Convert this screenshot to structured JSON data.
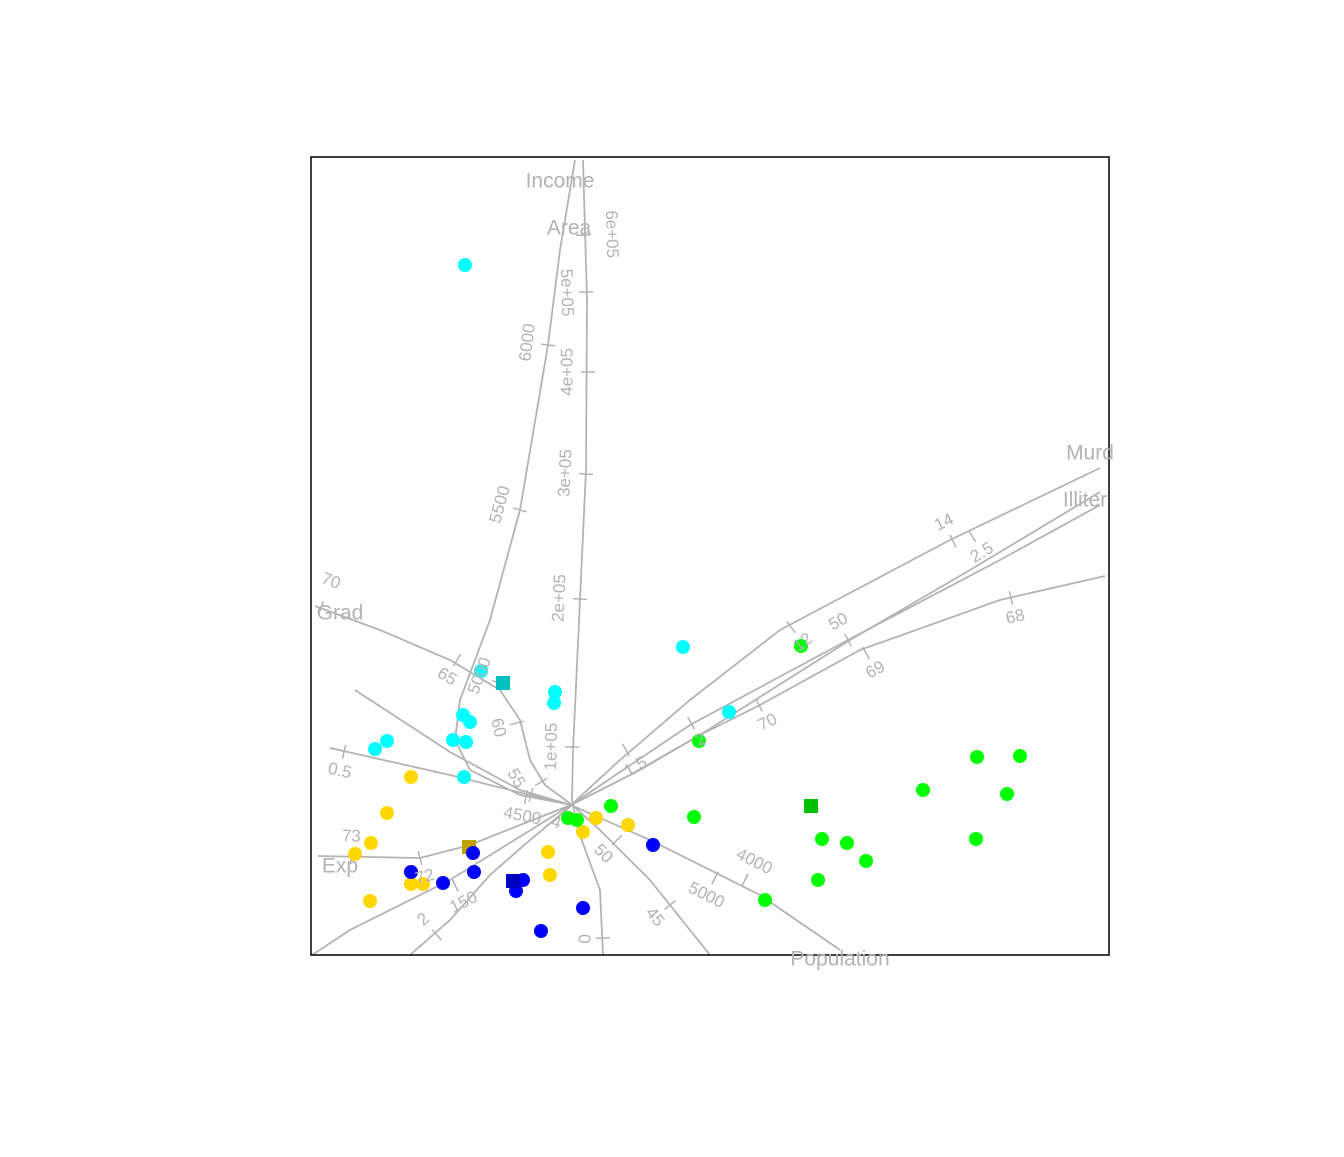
{
  "chart_data": {
    "type": "scatter",
    "title": "",
    "xlabel": "",
    "ylabel": "",
    "xlim": [
      -2.6,
      5.38
    ],
    "ylim": [
      -1.5,
      6.48
    ],
    "grid": false,
    "axis_color": "#b3b3b3",
    "groups": [
      {
        "name": "cyan",
        "color": "#00ffff",
        "centroid_color": "#00bfbf",
        "centroid": [
          -0.68,
          1.22
        ],
        "points": [
          [
            -1.06,
            5.4
          ],
          [
            -0.9,
            1.34
          ],
          [
            -0.16,
            1.13
          ],
          [
            -0.17,
            1.02
          ],
          [
            -1.08,
            0.9
          ],
          [
            -1.01,
            0.83
          ],
          [
            -1.18,
            0.65
          ],
          [
            -1.05,
            0.63
          ],
          [
            -1.84,
            0.64
          ],
          [
            -1.96,
            0.56
          ],
          [
            -1.07,
            0.28
          ],
          [
            1.12,
            1.58
          ],
          [
            1.58,
            0.93
          ]
        ]
      },
      {
        "name": "gold",
        "color": "#ffd700",
        "centroid_color": "#bfa100",
        "centroid": [
          -1.02,
          -0.42
        ],
        "points": [
          [
            -1.6,
            0.28
          ],
          [
            -1.84,
            -0.08
          ],
          [
            -2.0,
            -0.38
          ],
          [
            -2.16,
            -0.49
          ],
          [
            -1.6,
            -0.79
          ],
          [
            -1.48,
            -0.79
          ],
          [
            -2.01,
            -0.96
          ],
          [
            -0.23,
            -0.47
          ],
          [
            -0.21,
            -0.7
          ],
          [
            0.12,
            -0.27
          ],
          [
            0.25,
            -0.13
          ],
          [
            0.57,
            -0.2
          ]
        ]
      },
      {
        "name": "blue",
        "color": "#0000ff",
        "centroid_color": "#0000bf",
        "centroid": [
          -0.58,
          -0.76
        ],
        "points": [
          [
            -0.98,
            -0.48
          ],
          [
            -1.6,
            -0.67
          ],
          [
            -1.28,
            -0.78
          ],
          [
            -0.97,
            -0.67
          ],
          [
            -0.48,
            -0.75
          ],
          [
            -0.55,
            -0.86
          ],
          [
            0.12,
            -1.03
          ],
          [
            -0.3,
            -1.26
          ],
          [
            0.82,
            -0.4
          ]
        ]
      },
      {
        "name": "green",
        "color": "#00ff00",
        "centroid_color": "#00bf00",
        "centroid": [
          2.4,
          -0.01
        ],
        "points": [
          [
            -0.03,
            -0.13
          ],
          [
            0.06,
            -0.15
          ],
          [
            0.4,
            -0.01
          ],
          [
            1.23,
            -0.12
          ],
          [
            1.28,
            0.64
          ],
          [
            2.3,
            1.59
          ],
          [
            1.94,
            -0.95
          ],
          [
            2.51,
            -0.34
          ],
          [
            2.76,
            -0.38
          ],
          [
            2.95,
            -0.56
          ],
          [
            2.47,
            -0.75
          ],
          [
            3.52,
            0.15
          ],
          [
            4.06,
            0.48
          ],
          [
            4.49,
            0.49
          ],
          [
            4.36,
            0.11
          ],
          [
            4.05,
            -0.34
          ]
        ]
      }
    ],
    "axes": [
      {
        "label": "Income",
        "label_at": [
          -0.11,
          6.23
        ],
        "path": [
          [
            0.12,
            6.45
          ],
          [
            0.16,
            5.05
          ],
          [
            0.15,
            3.35
          ],
          [
            0.09,
            2.05
          ],
          [
            0.02,
            0.55
          ],
          [
            0.01,
            0.05
          ],
          [
            0.07,
            -0.25
          ],
          [
            0.29,
            -0.85
          ],
          [
            0.32,
            -1.5
          ]
        ],
        "ticks": [
          {
            "at": [
              0.32,
              -1.33
            ],
            "label": "0"
          },
          {
            "at": [
              0.01,
              0.58
            ],
            "label": "1e+05"
          },
          {
            "at": [
              0.09,
              2.06
            ],
            "label": "2e+05"
          },
          {
            "at": [
              0.15,
              3.31
            ],
            "label": "3e+05"
          },
          {
            "at": [
              0.17,
              4.33
            ],
            "label": "4e+05"
          },
          {
            "at": [
              0.15,
              5.13
            ],
            "label": "5e+05"
          },
          {
            "at": [
              0.12,
              5.7
            ],
            "label": "6e+05"
          }
        ]
      },
      {
        "label": "Area",
        "label_at": [
          -0.02,
          6.0
        ],
        "path": [
          [
            0.04,
            6.45
          ],
          [
            -0.11,
            5.55
          ],
          [
            -0.23,
            4.6
          ],
          [
            -0.51,
            2.95
          ],
          [
            -0.81,
            1.85
          ],
          [
            -1.11,
            1.05
          ],
          [
            -1.16,
            0.65
          ],
          [
            -1.01,
            0.35
          ],
          [
            -0.51,
            0.1
          ],
          [
            0.01,
            0
          ],
          [
            -0.41,
            -0.35
          ],
          [
            -0.81,
            -0.7
          ],
          [
            -1.21,
            -1.15
          ],
          [
            -1.61,
            -1.5
          ]
        ],
        "ticks": [
          {
            "at": [
              -0.23,
              4.6
            ],
            "label": "6000"
          },
          {
            "at": [
              -0.51,
              2.95
            ],
            "label": "5500"
          },
          {
            "at": [
              -0.72,
              1.22
            ],
            "label": "5000"
          },
          {
            "at": [
              -0.45,
              0.08
            ],
            "label": "4500"
          },
          {
            "at": [
              -1.34,
              -1.3
            ],
            "label": "2"
          }
        ]
      },
      {
        "label": "Grad",
        "label_at": [
          -2.31,
          1.91
        ],
        "path": [
          [
            -2.56,
            1.99
          ],
          [
            -1.91,
            1.75
          ],
          [
            -1.21,
            1.45
          ],
          [
            -0.71,
            1.15
          ],
          [
            -0.51,
            0.85
          ],
          [
            -0.41,
            0.45
          ],
          [
            -0.26,
            0.2
          ],
          [
            0.01,
            0
          ],
          [
            0.29,
            -0.25
          ],
          [
            0.79,
            -0.75
          ],
          [
            1.39,
            -1.5
          ]
        ],
        "ticks": [
          {
            "at": [
              -2.5,
              1.97
            ],
            "label": "70"
          },
          {
            "at": [
              -1.14,
              1.45
            ],
            "label": "65"
          },
          {
            "at": [
              -0.54,
              0.82
            ],
            "label": "60"
          },
          {
            "at": [
              -0.3,
              0.23
            ],
            "label": "55"
          },
          {
            "at": [
              0.46,
              -0.35
            ],
            "label": "50"
          },
          {
            "at": [
              0.99,
              -1.0
            ],
            "label": "45"
          }
        ]
      },
      {
        "label": "Exp",
        "label_at": [
          -2.31,
          -0.62
        ],
        "path": [
          [
            -2.53,
            -0.51
          ],
          [
            -1.51,
            -0.53
          ],
          [
            -1.01,
            -0.4
          ],
          [
            -0.51,
            -0.2
          ],
          [
            0,
            0
          ],
          [
            0.69,
            0.35
          ],
          [
            1.29,
            0.7
          ],
          [
            1.89,
            1.0
          ],
          [
            2.89,
            1.55
          ],
          [
            4.29,
            2.05
          ],
          [
            5.34,
            2.29
          ]
        ],
        "ticks": [
          {
            "at": [
              -2.2,
              -0.52
            ],
            "label": "73"
          },
          {
            "at": [
              -1.51,
              -0.53
            ],
            "label": "72"
          },
          {
            "at": [
              1.88,
              1.0
            ],
            "label": "70"
          },
          {
            "at": [
              2.95,
              1.52
            ],
            "label": "69"
          },
          {
            "at": [
              4.4,
              2.07
            ],
            "label": "68"
          }
        ]
      },
      {
        "label": "Illiter",
        "label_at": [
          5.14,
          3.04
        ],
        "path": [
          [
            -2.41,
            0.57
          ],
          [
            -1.21,
            0.3
          ],
          [
            -0.41,
            0.1
          ],
          [
            0,
            0
          ],
          [
            0.59,
            0.3
          ],
          [
            1.29,
            0.7
          ],
          [
            2.79,
            1.65
          ],
          [
            3.99,
            2.35
          ],
          [
            5.29,
            3.13
          ]
        ],
        "ticks": [
          {
            "at": [
              -2.27,
              0.53
            ],
            "label": "0.5"
          },
          {
            "at": [
              0.55,
              0.55
            ],
            "label": "1.5"
          },
          {
            "at": [
              1.2,
              0.82
            ],
            "label": "2"
          },
          {
            "at": [
              4.01,
              2.69
            ],
            "label": "2.5"
          }
        ]
      },
      {
        "label": "Murd",
        "label_at": [
          5.19,
          3.27
        ],
        "path": [
          [
            -2.16,
            1.15
          ],
          [
            -1.21,
            0.53
          ],
          [
            -0.51,
            0.15
          ],
          [
            0,
            0
          ],
          [
            0.49,
            0.45
          ],
          [
            1.19,
            1.05
          ],
          [
            2.09,
            1.75
          ],
          [
            3.79,
            2.65
          ],
          [
            5.29,
            3.37
          ]
        ],
        "ticks": [
          {
            "at": [
              -0.4,
              0.1
            ],
            "label": "4"
          },
          {
            "at": [
              2.2,
              1.78
            ],
            "label": "12"
          },
          {
            "at": [
              3.82,
              2.64
            ],
            "label": "14"
          }
        ]
      },
      {
        "label": "",
        "label_at": [
          5.3,
          2.9
        ],
        "path": [
          [
            0,
            0
          ],
          [
            1.19,
            0.8
          ],
          [
            2.77,
            1.65
          ],
          [
            4.29,
            2.45
          ],
          [
            5.29,
            3.0
          ]
        ],
        "ticks": [
          {
            "at": [
              2.77,
              1.65
            ],
            "label": "50"
          }
        ]
      },
      {
        "label": "Population",
        "label_at": [
          2.69,
          -1.55
        ],
        "path": [
          [
            -2.59,
            -1.5
          ],
          [
            -2.21,
            -1.25
          ],
          [
            -1.21,
            -0.75
          ],
          [
            0,
            0
          ],
          [
            0.79,
            -0.35
          ],
          [
            1.89,
            -0.9
          ],
          [
            2.69,
            -1.45
          ]
        ],
        "ticks": [
          {
            "at": [
              -1.16,
              -0.8
            ],
            "label": "150"
          },
          {
            "at": [
              1.44,
              -0.73
            ],
            "label": "5000"
          },
          {
            "at": [
              1.74,
              -0.75
            ],
            "label": "4000"
          }
        ]
      }
    ]
  }
}
